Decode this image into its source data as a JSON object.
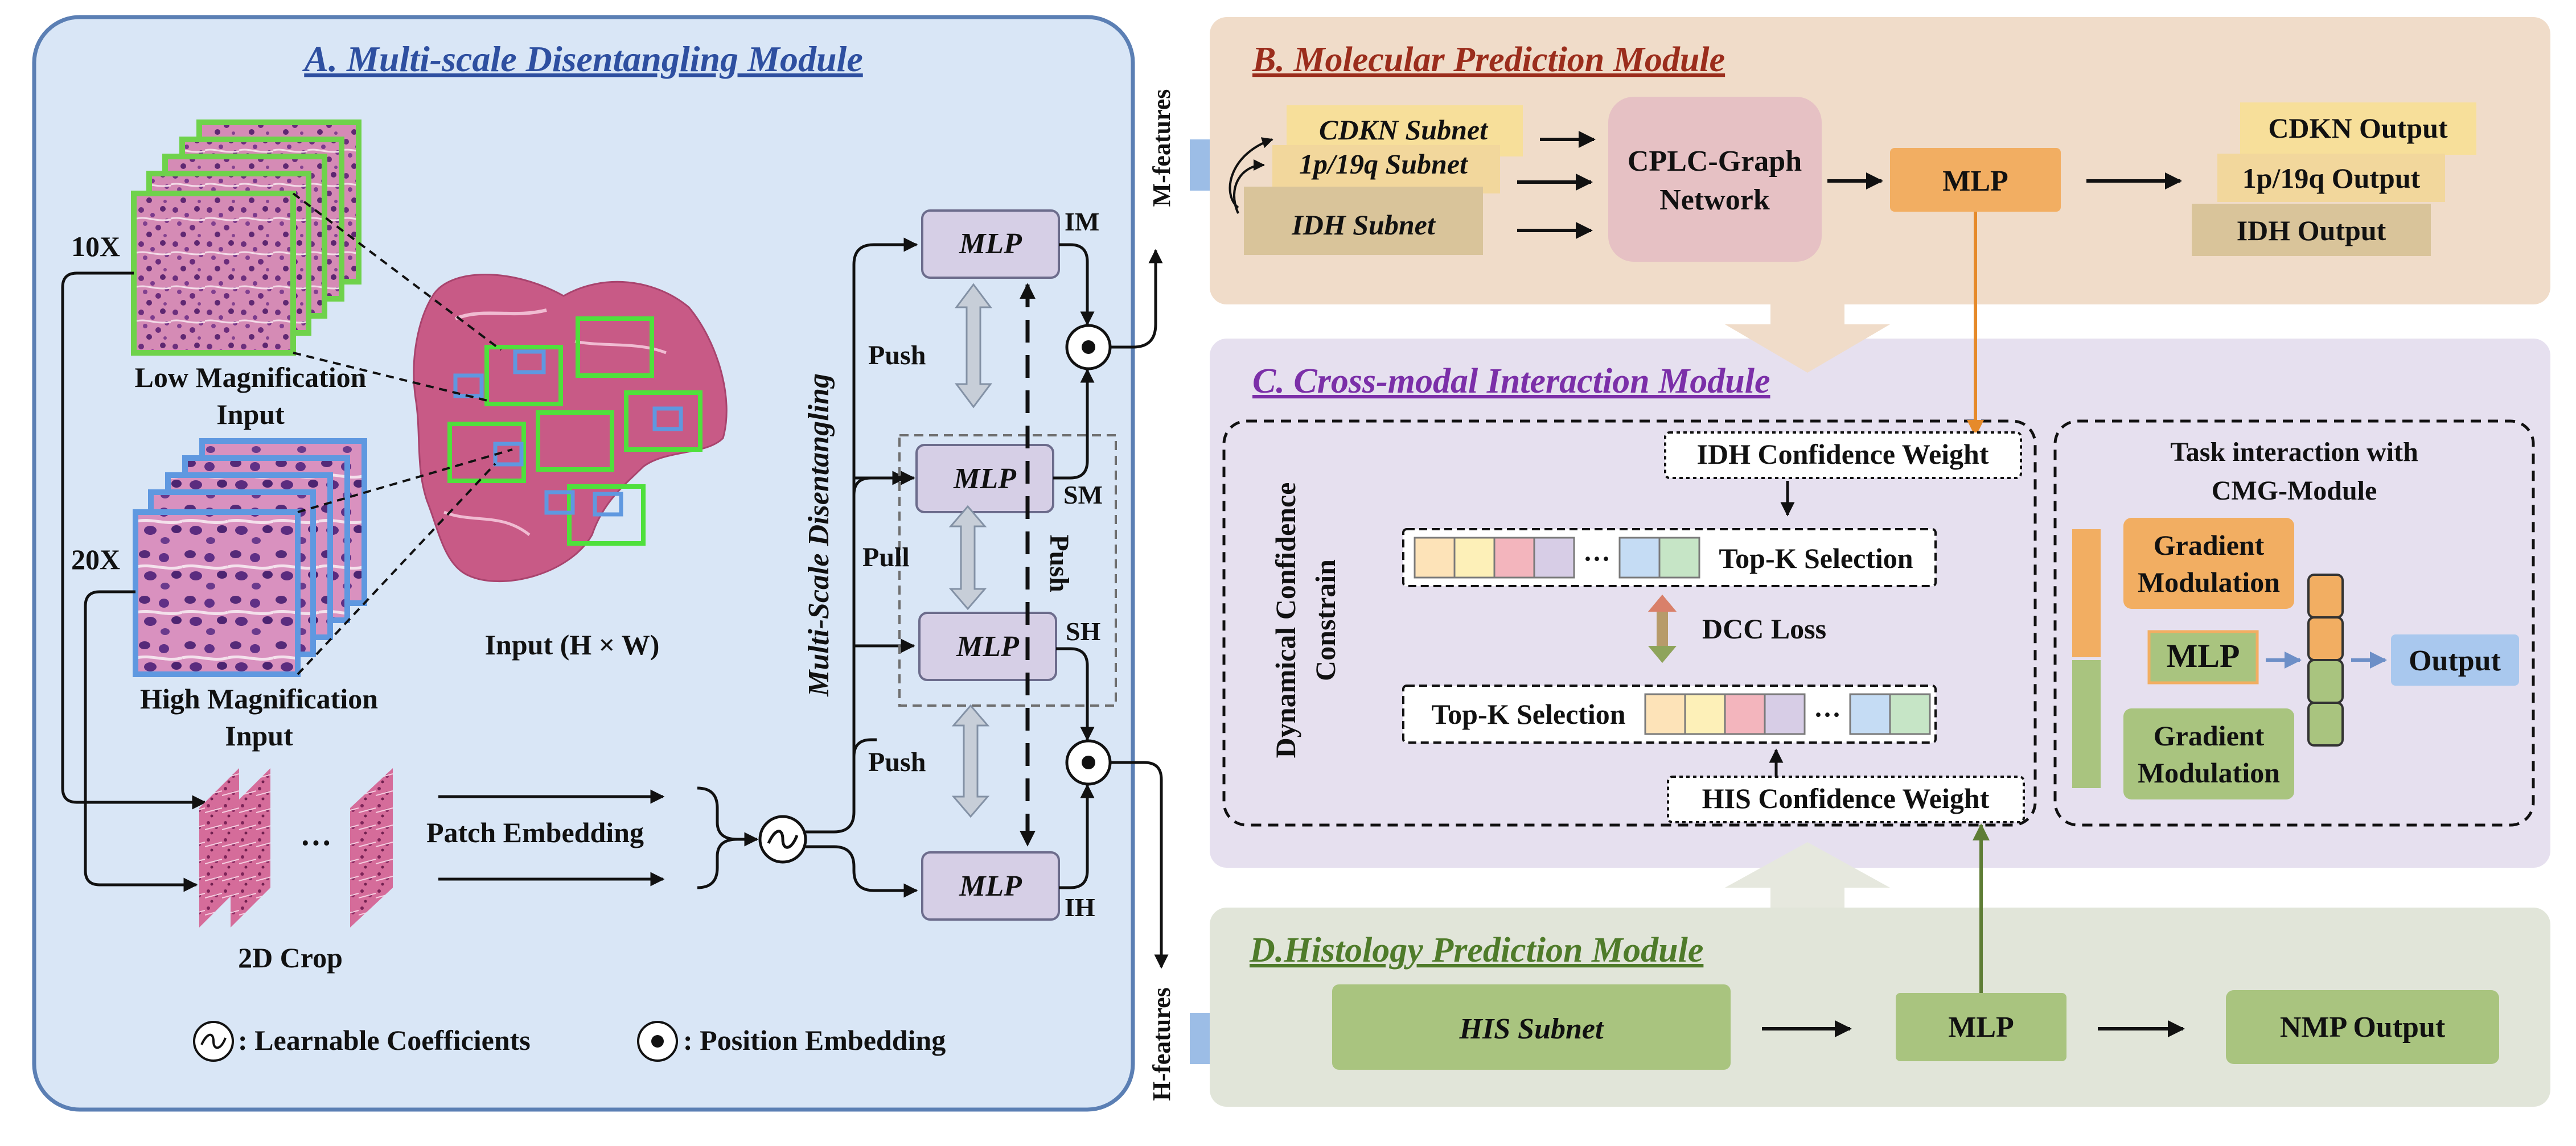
{
  "panel_a": {
    "title": "A. Multi-scale Disentangling Module",
    "mag_10x": "10X",
    "mag_20x": "20X",
    "low_mag_line1": "Low Magnification",
    "low_mag_line2": "Input",
    "high_mag_line1": "High Magnification",
    "high_mag_line2": "Input",
    "input_label": "Input (H × W)",
    "crop_label": "2D Crop",
    "ellipsis": "···",
    "patch_embedding": "Patch Embedding",
    "legend_learnable": ": Learnable Coefficients",
    "legend_position": ": Position Embedding"
  },
  "disentangle": {
    "side_label": "Multi-Scale Disentangling",
    "mlp": "MLP",
    "im": "IM",
    "sm": "SM",
    "sh": "SH",
    "ih": "IH",
    "push_top": "Push",
    "pull": "Pull",
    "push_vertical": "Push",
    "push_bottom": "Push",
    "m_features": "M-features",
    "h_features": "H-features"
  },
  "panel_b": {
    "title": "B. Molecular Prediction Module",
    "cdkn_subnet": "CDKN Subnet",
    "p19q_subnet": "1p/19q Subnet",
    "idh_subnet": "IDH Subnet",
    "cplc_line1": "CPLC-Graph",
    "cplc_line2": "Network",
    "mlp": "MLP",
    "cdkn_output": "CDKN Output",
    "p19q_output": "1p/19q Output",
    "idh_output": "IDH Output"
  },
  "panel_c": {
    "title": "C. Cross-modal Interaction Module",
    "dcc_side_line1": "Dynamical Confidence",
    "dcc_side_line2": "Constrain",
    "idh_weight": "IDH Confidence Weight",
    "topk_top": "Top-K Selection",
    "dcc_loss": "DCC Loss",
    "topk_bottom": "Top-K Selection",
    "his_weight": "HIS Confidence Weight",
    "ellipsis": "···",
    "task_line1": "Task interaction with",
    "task_line2": "CMG-Module",
    "grad_mod_line1": "Gradient",
    "grad_mod_line2": "Modulation",
    "mlp": "MLP",
    "output": "Output"
  },
  "panel_d": {
    "title": "D.Histology Prediction Module",
    "his_subnet": "HIS Subnet",
    "mlp": "MLP",
    "nmp_output": "NMP Output"
  },
  "colors": {
    "panel_a_bg": "#d9e6f6",
    "panel_b_bg": "#f0dcc9",
    "panel_c_bg": "#e6e0ef",
    "panel_d_bg": "#e1e5d9",
    "title_a": "#2e4fa0",
    "title_b": "#9b2d1c",
    "title_c": "#7b2fa8",
    "title_d": "#4f7b2a",
    "orange": "#f2ae62",
    "green": "#a9c47f",
    "mlp_purple": "#d6cfe6"
  }
}
